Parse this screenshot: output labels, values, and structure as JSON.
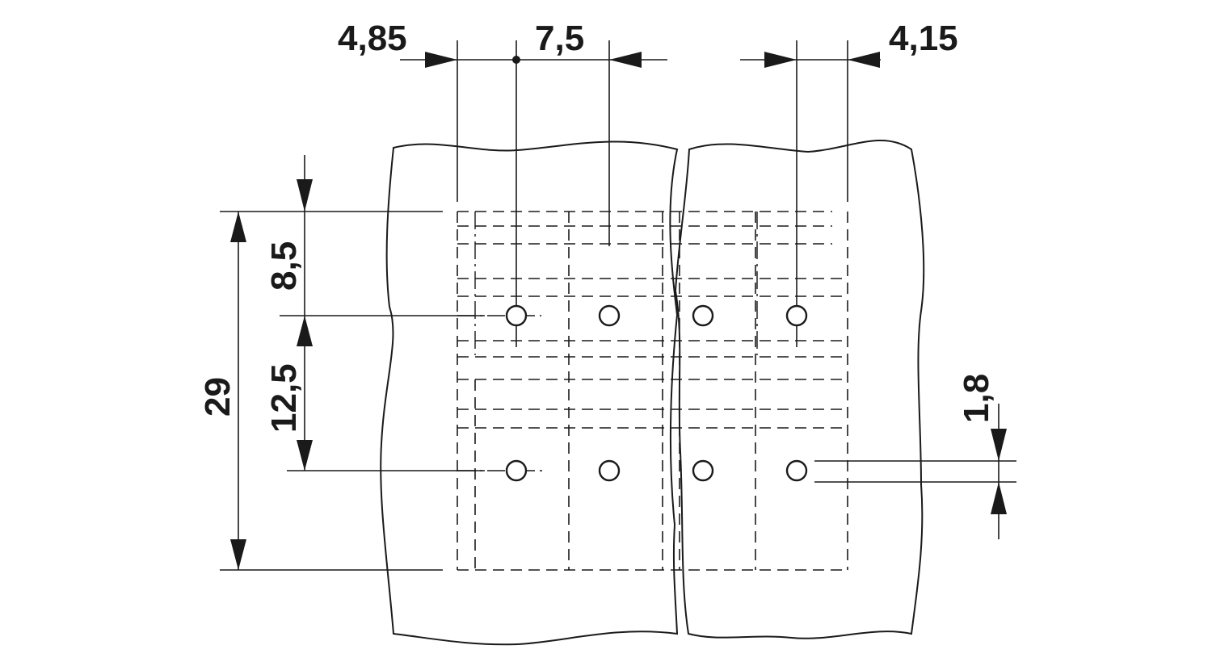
{
  "dimensions": {
    "left_offset": "4,85",
    "pitch": "7,5",
    "right_offset": "4,15",
    "row1_height": "8,5",
    "row_pitch": "12,5",
    "total_height": "29",
    "hole_diameter": "1,8"
  },
  "colors": {
    "line": "#1a1a1a",
    "background": "#ffffff"
  }
}
